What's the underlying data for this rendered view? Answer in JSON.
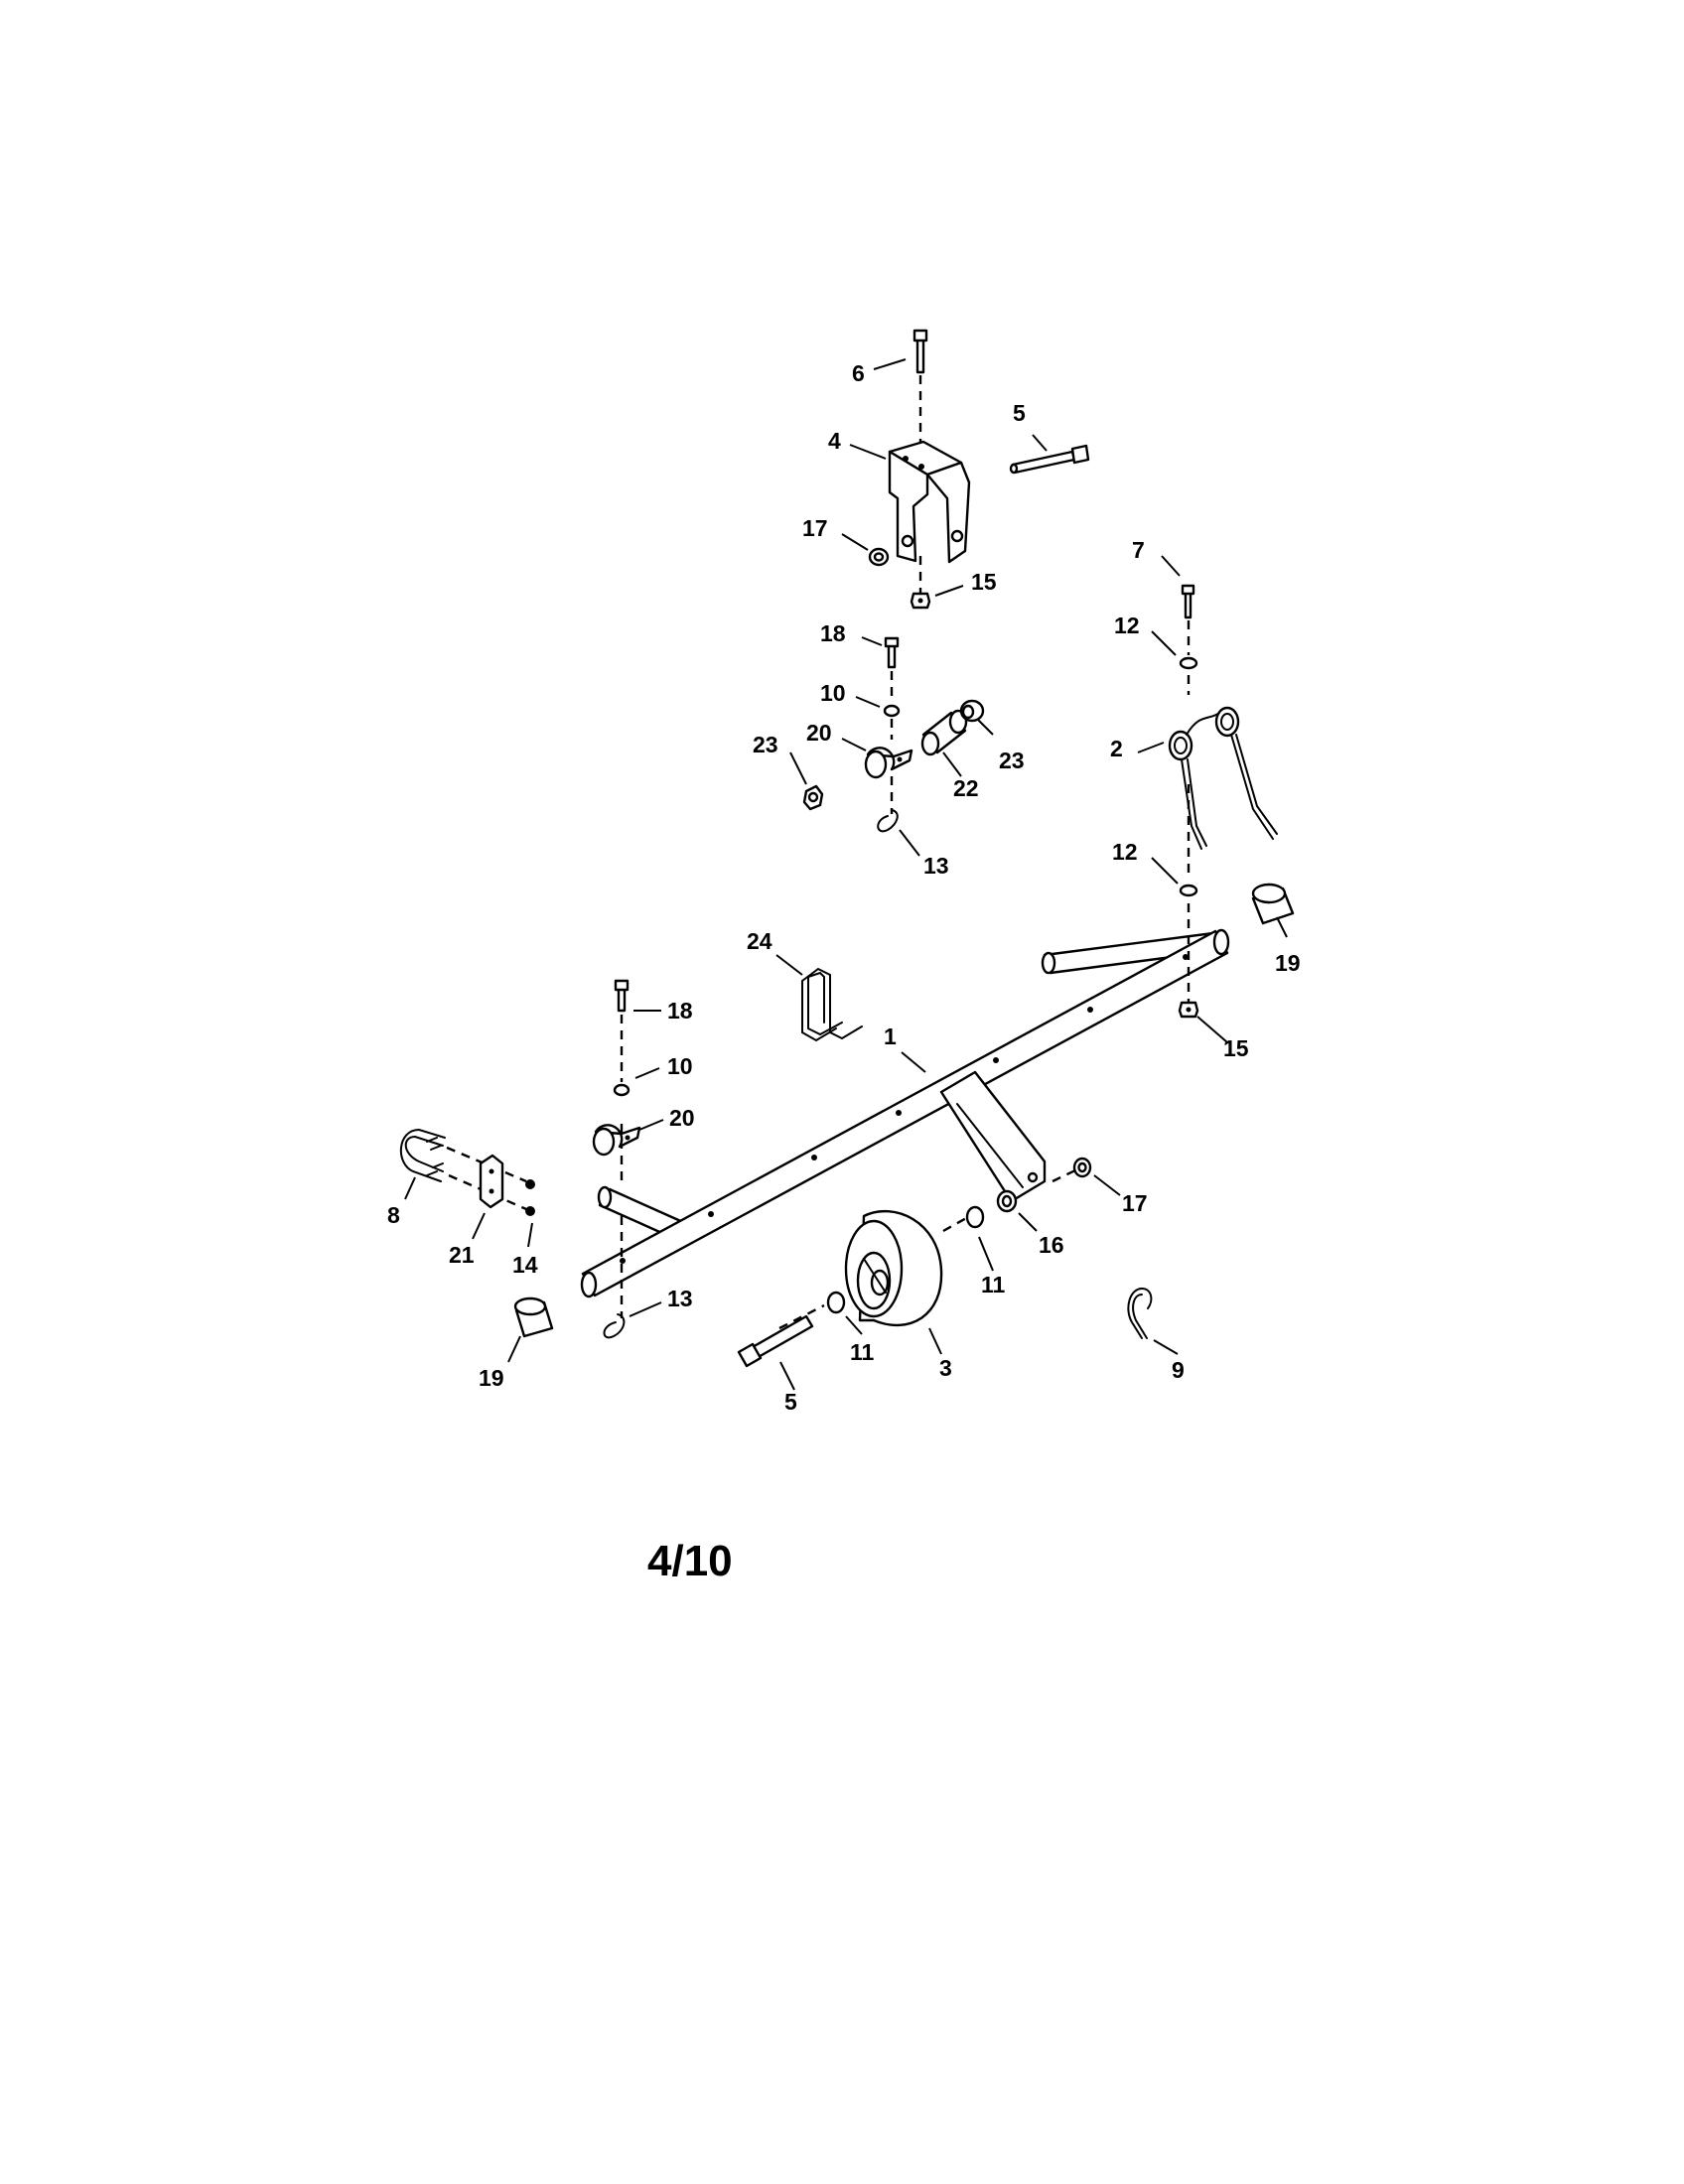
{
  "page_number": "4/10",
  "callouts": [
    {
      "id": "c6",
      "text": "6"
    },
    {
      "id": "c5a",
      "text": "5"
    },
    {
      "id": "c4",
      "text": "4"
    },
    {
      "id": "c17a",
      "text": "17"
    },
    {
      "id": "c15a",
      "text": "15"
    },
    {
      "id": "c7",
      "text": "7"
    },
    {
      "id": "c12a",
      "text": "12"
    },
    {
      "id": "c18a",
      "text": "18"
    },
    {
      "id": "c10a",
      "text": "10"
    },
    {
      "id": "c23a",
      "text": "23"
    },
    {
      "id": "c20a",
      "text": "20"
    },
    {
      "id": "c23b",
      "text": "23"
    },
    {
      "id": "c22",
      "text": "22"
    },
    {
      "id": "c2",
      "text": "2"
    },
    {
      "id": "c13a",
      "text": "13"
    },
    {
      "id": "c12b",
      "text": "12"
    },
    {
      "id": "c19a",
      "text": "19"
    },
    {
      "id": "c24",
      "text": "24"
    },
    {
      "id": "c15b",
      "text": "15"
    },
    {
      "id": "c18b",
      "text": "18"
    },
    {
      "id": "c1",
      "text": "1"
    },
    {
      "id": "c10b",
      "text": "10"
    },
    {
      "id": "c20b",
      "text": "20"
    },
    {
      "id": "c17b",
      "text": "17"
    },
    {
      "id": "c8",
      "text": "8"
    },
    {
      "id": "c21",
      "text": "21"
    },
    {
      "id": "c14",
      "text": "14"
    },
    {
      "id": "c16",
      "text": "16"
    },
    {
      "id": "c11a",
      "text": "11"
    },
    {
      "id": "c13b",
      "text": "13"
    },
    {
      "id": "c11b",
      "text": "11"
    },
    {
      "id": "c3",
      "text": "3"
    },
    {
      "id": "c9",
      "text": "9"
    },
    {
      "id": "c19b",
      "text": "19"
    },
    {
      "id": "c5b",
      "text": "5"
    }
  ]
}
